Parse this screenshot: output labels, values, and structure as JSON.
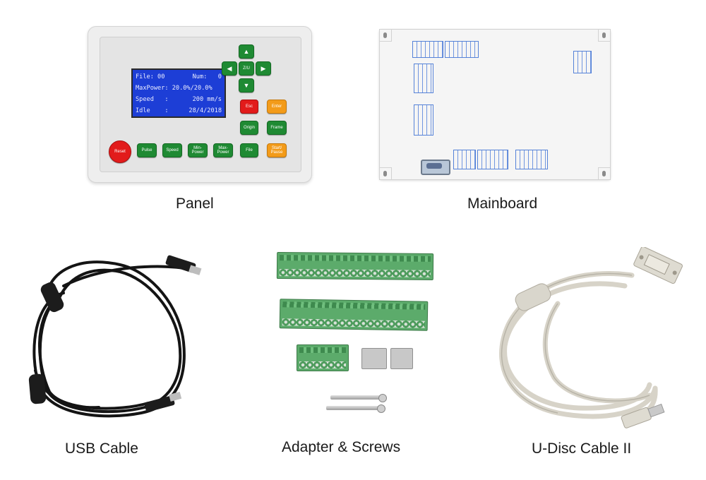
{
  "captions": {
    "panel": "Panel",
    "mainboard": "Mainboard",
    "usb_cable": "USB Cable",
    "adapter_screws": "Adapter & Screws",
    "udisc_cable": "U-Disc Cable II"
  },
  "panel": {
    "lcd": {
      "row1_left": "File: 00",
      "row1_right": "Num:   0",
      "row2": "MaxPower: 20.0%/20.0%",
      "row3_left": "Speed   :",
      "row3_right": "200 mm/s",
      "row4_left": "Idle    :",
      "row4_right": "28/4/2018"
    },
    "buttons": {
      "up": "▲",
      "left": "◀",
      "center": "Z/U",
      "right": "▶",
      "down": "▼",
      "esc": "Esc",
      "enter": "Enter",
      "origin": "Origin",
      "frame": "Frame",
      "reset": "Reset",
      "pulse": "Pulse",
      "speed": "Speed",
      "min_power": "Min-\nPower",
      "max_power": "Max-\nPower",
      "file": "File",
      "start_pause": "Start/\nPause"
    }
  },
  "colors": {
    "lcd_blue": "#1d3ed6",
    "button_green": "#1f8a33",
    "button_red": "#e21b1b",
    "button_orange": "#f39b19",
    "cable_black": "#141414",
    "cable_grey": "#dcd9cf",
    "terminal_green": "#5cab6b"
  }
}
